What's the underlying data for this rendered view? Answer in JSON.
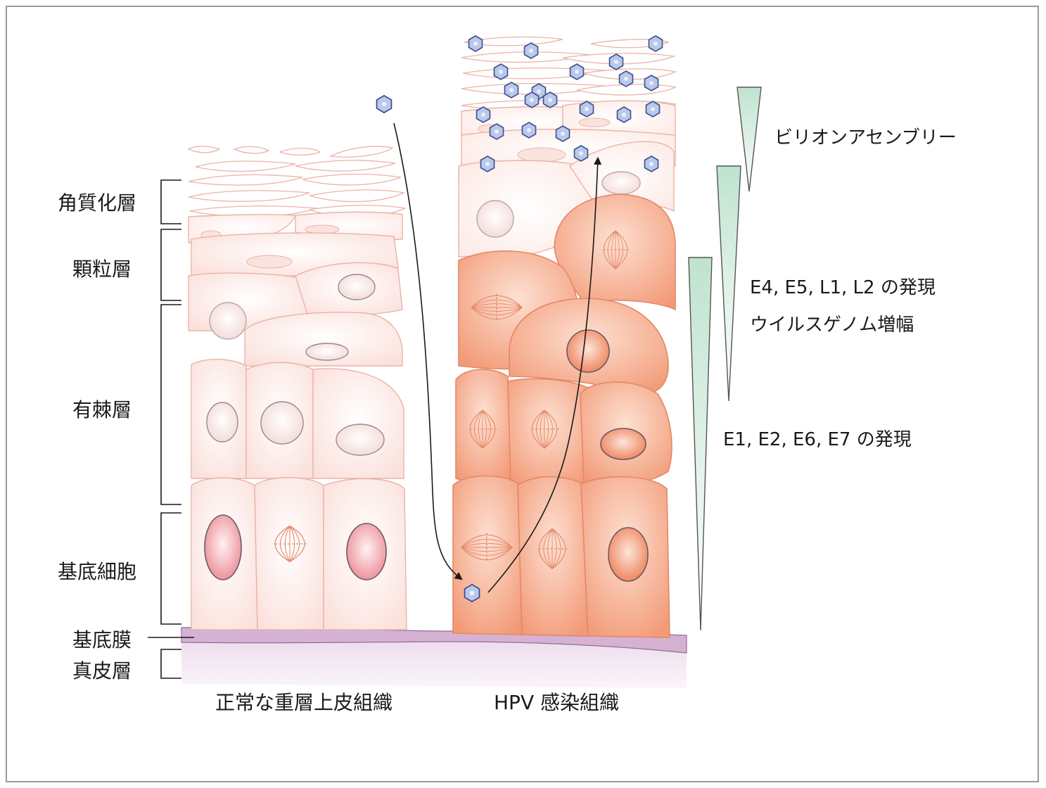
{
  "layers": {
    "keratinized": "角質化層",
    "granular": "顆粒層",
    "spinous": "有棘層",
    "basal": "基底細胞",
    "basement_membrane": "基底膜",
    "dermis": "真皮層"
  },
  "captions": {
    "normal": "正常な重層上皮組織",
    "infected": "HPV 感染組織"
  },
  "expression": {
    "assembly": "ビリオンアセンブリー",
    "late_line1": "E4, E5, L1, L2 の発現",
    "late_line2": "ウイルスゲノム増幅",
    "early": "E1, E2, E6, E7 の発現"
  },
  "colors": {
    "normal_cell": "#fbe8e4",
    "infected_cell": "#f3a07e",
    "cell_outline": "#e8a090",
    "virion": "#b9c8ec",
    "wedge": "#bfe3cf",
    "membrane": "#c9a0c8",
    "dermis": "#f1e2ef"
  }
}
